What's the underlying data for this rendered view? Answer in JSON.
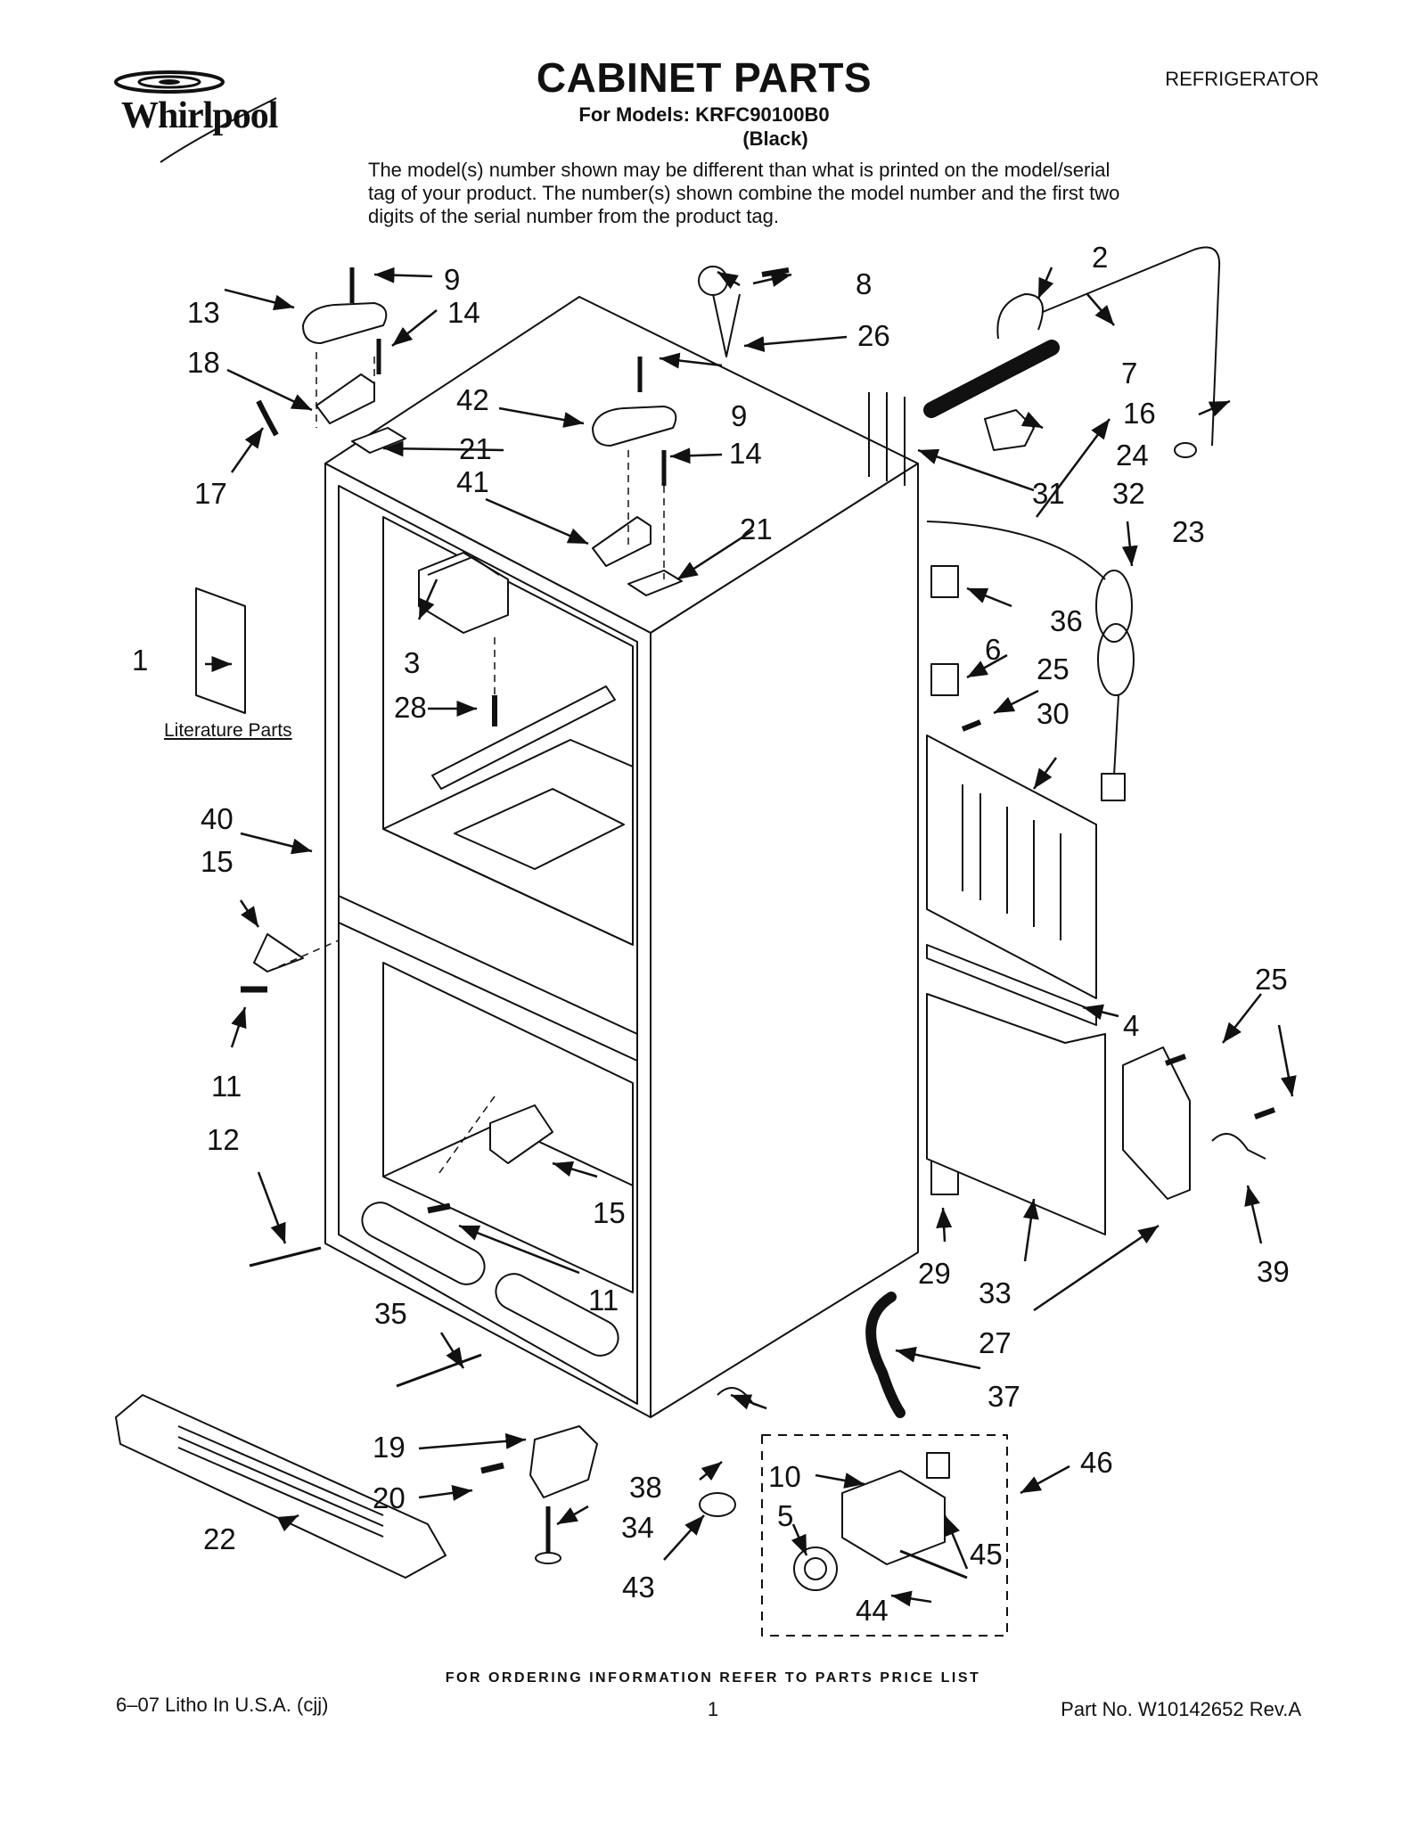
{
  "header": {
    "brand": "Whirlpool",
    "title": "CABINET PARTS",
    "models": "For Models: KRFC90100B0",
    "color": "(Black)",
    "category": "REFRIGERATOR",
    "note": "The model(s) number shown may be different than what is printed on the model/serial tag of your product. The number(s) shown combine the model number and the first two digits of the serial number from the product tag."
  },
  "diagram": {
    "literature_label": "Literature Parts",
    "callouts": [
      "1",
      "2",
      "3",
      "4",
      "5",
      "6",
      "7",
      "8",
      "9",
      "9",
      "10",
      "11",
      "11",
      "12",
      "13",
      "14",
      "14",
      "15",
      "15",
      "16",
      "17",
      "18",
      "19",
      "20",
      "21",
      "21",
      "22",
      "23",
      "24",
      "25",
      "25",
      "26",
      "27",
      "28",
      "29",
      "30",
      "31",
      "32",
      "33",
      "34",
      "35",
      "36",
      "37",
      "38",
      "39",
      "40",
      "41",
      "42",
      "43",
      "44",
      "45",
      "46"
    ]
  },
  "footer": {
    "order_info": "FOR ORDERING INFORMATION REFER TO PARTS PRICE LIST",
    "litho": "6–07 Litho In U.S.A. (cjj)",
    "page": "1",
    "part_no": "Part No. W10142652 Rev.A"
  }
}
